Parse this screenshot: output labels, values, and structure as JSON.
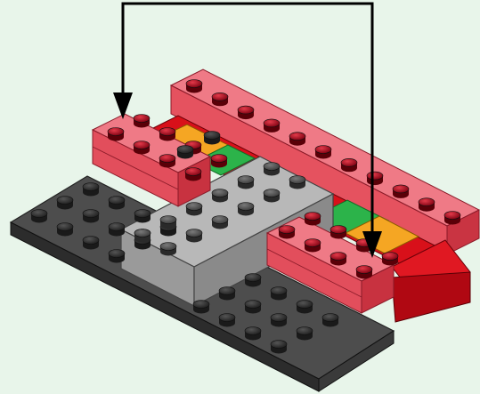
{
  "diagram": {
    "background": "#e8f5ea",
    "arrow_color": "#000000",
    "colors": {
      "dark_gray": "#5a5a5a",
      "light_gray": "#b8b8b8",
      "trans_red": "#e84a5a",
      "red": "#d8101a",
      "orange": "#f5a623",
      "green": "#2cb34a",
      "stud_dark": "#2e2e2e"
    },
    "parts": [
      "dark-gray-baseplate",
      "light-gray-brick",
      "trans-red-bricks",
      "red-slope",
      "orange-tiles",
      "green-tiles",
      "connector-arrows"
    ]
  }
}
